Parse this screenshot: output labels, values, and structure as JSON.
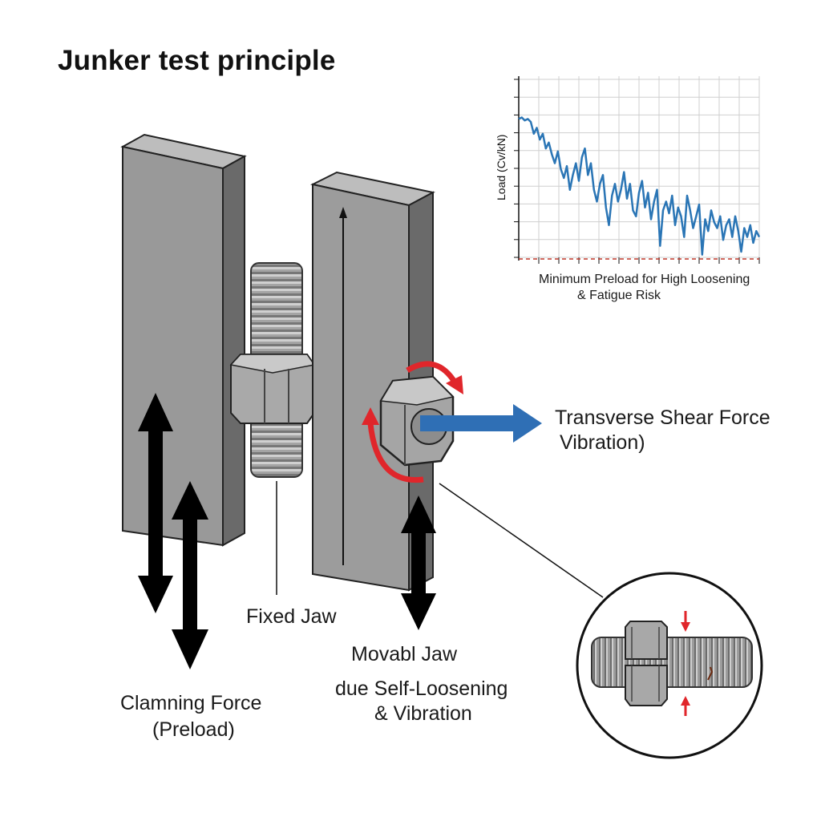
{
  "title": "Junker test principle",
  "labels": {
    "transverse_line1": "Transverse Shear Force",
    "transverse_line2": "Vibration)",
    "fixed_jaw": "Fixed Jaw",
    "movable_line1": "Movabl Jaw",
    "movable_line2": "due Self-Loosening",
    "movable_line3": "& Vibration",
    "clamping_line1": "Clamning Force",
    "clamping_line2": "(Preload)"
  },
  "inset_chart": {
    "ylabel": "Load (Cv/kN)",
    "caption_line1": "Minimum Preload for High Loosening",
    "caption_line2": "& Fatigue Risk"
  },
  "colors": {
    "steel_front": "#9a9a9a",
    "steel_side": "#6e6e6e",
    "steel_top": "#b8b8b8",
    "arrow_black": "#000000",
    "rotation_red": "#e0262b",
    "shear_blue": "#2f6fb5",
    "chart_line": "#2a75b5",
    "threshold_red": "#c0392b"
  },
  "chart_data": {
    "type": "line",
    "title": "",
    "xlabel": "",
    "ylabel": "Load (Cv/kN)",
    "x": [
      0,
      1,
      2,
      3,
      4,
      5,
      6,
      7,
      8,
      9,
      10,
      11,
      12,
      13,
      14,
      15,
      16,
      17,
      18,
      19,
      20,
      21,
      22,
      23,
      24,
      25,
      26,
      27,
      28,
      29,
      30,
      31,
      32,
      33,
      34,
      35,
      36,
      37,
      38,
      39,
      40,
      41,
      42,
      43,
      44,
      45,
      46,
      47,
      48,
      49,
      50,
      51,
      52,
      53,
      54,
      55,
      56,
      57,
      58,
      59,
      60,
      61,
      62,
      63,
      64,
      65,
      66,
      67,
      68,
      69,
      70,
      71,
      72,
      73,
      74,
      75,
      76,
      77,
      78,
      79,
      80
    ],
    "series": [
      {
        "name": "",
        "values": [
          0.96,
          0.97,
          0.95,
          0.96,
          0.94,
          0.86,
          0.9,
          0.82,
          0.86,
          0.76,
          0.8,
          0.72,
          0.66,
          0.74,
          0.62,
          0.56,
          0.64,
          0.48,
          0.58,
          0.66,
          0.54,
          0.7,
          0.76,
          0.58,
          0.66,
          0.48,
          0.4,
          0.52,
          0.58,
          0.36,
          0.24,
          0.44,
          0.52,
          0.4,
          0.48,
          0.6,
          0.42,
          0.52,
          0.34,
          0.3,
          0.46,
          0.54,
          0.36,
          0.46,
          0.28,
          0.4,
          0.48,
          0.1,
          0.34,
          0.4,
          0.32,
          0.44,
          0.24,
          0.36,
          0.3,
          0.16,
          0.44,
          0.34,
          0.22,
          0.3,
          0.38,
          0.04,
          0.28,
          0.2,
          0.34,
          0.26,
          0.22,
          0.3,
          0.14,
          0.24,
          0.28,
          0.16,
          0.3,
          0.2,
          0.06,
          0.22,
          0.16,
          0.24,
          0.12,
          0.2,
          0.16
        ]
      }
    ],
    "ylim": [
      0,
      1.25
    ],
    "xlim": [
      0,
      80
    ],
    "grid": true,
    "threshold": 0.0
  }
}
